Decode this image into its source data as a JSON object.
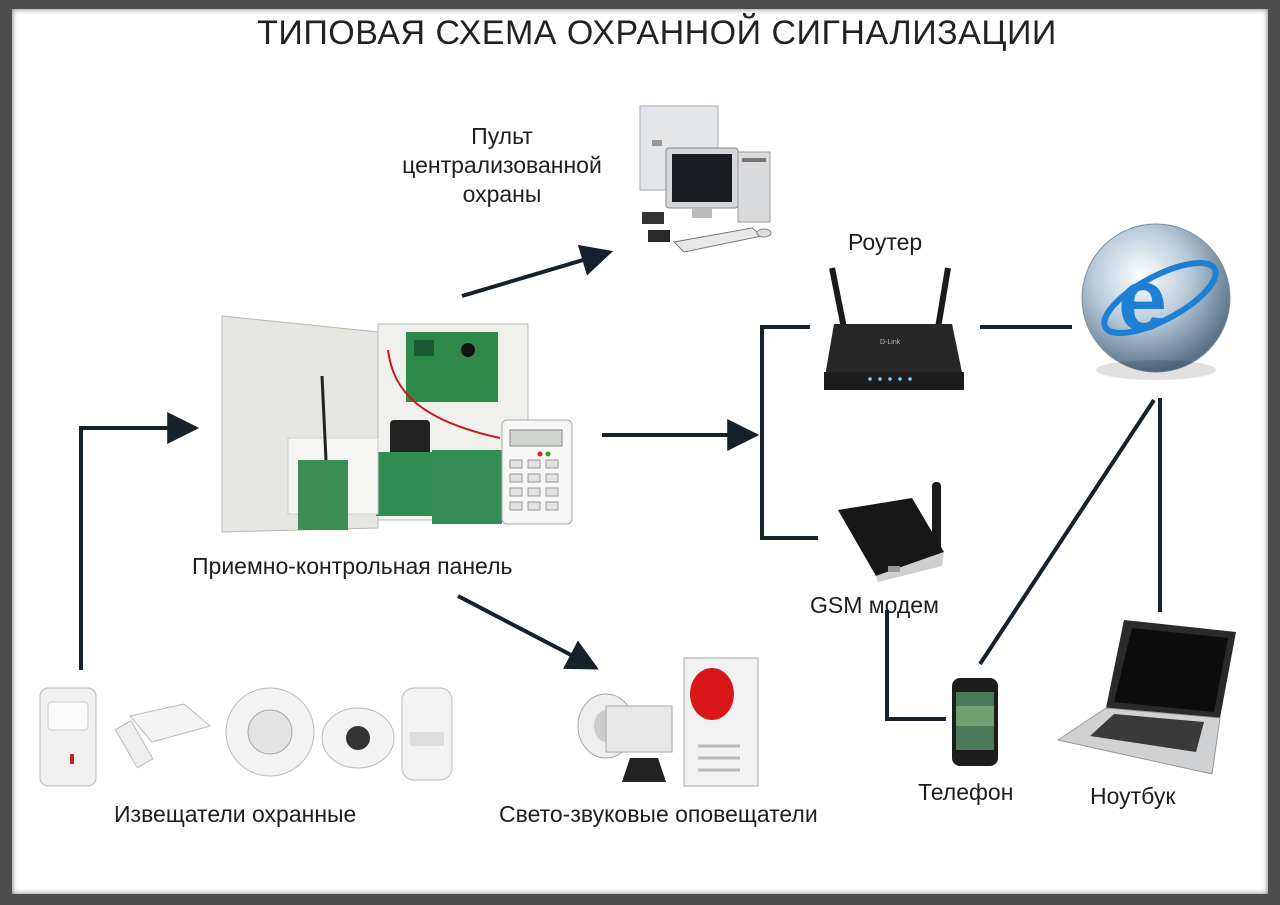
{
  "title": "ТИПОВАЯ СХЕМА ОХРАННОЙ СИГНАЛИЗАЦИИ",
  "nodes": {
    "central_station": {
      "line1": "Пульт",
      "line2": "централизованной",
      "line3": "охраны"
    },
    "control_panel": {
      "label": "Приемно-контрольная панель"
    },
    "router": {
      "label": "Роутер",
      "brand": "D-Link"
    },
    "internet": {
      "icon": "internet-explorer-globe-icon"
    },
    "gsm_modem": {
      "label": "GSM модем"
    },
    "phone": {
      "label": "Телефон"
    },
    "laptop": {
      "label": "Ноутбук"
    },
    "detectors": {
      "label": "Извещатели охранные"
    },
    "alarms": {
      "label": "Свето-звуковые оповещатели"
    }
  },
  "colors": {
    "line": "#16212b",
    "alarm_red": "#d81818",
    "ie_blue": "#1f7fd4"
  }
}
